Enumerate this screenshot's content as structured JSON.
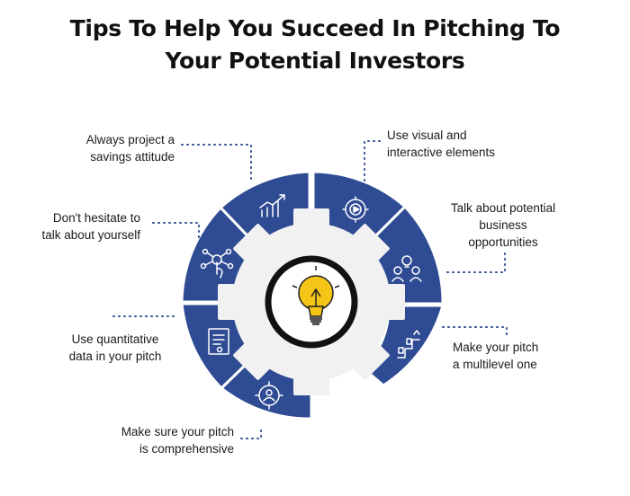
{
  "title": {
    "line1": "Tips To Help You Succeed In Pitching To",
    "line2": "Your Potential Investors"
  },
  "tips": {
    "savings": {
      "line1": "Always project a",
      "line2": "savings attitude",
      "icon": "growth-chart-icon"
    },
    "visual": {
      "line1": "Use visual and",
      "line2": "interactive elements",
      "icon": "video-gear-icon"
    },
    "opportunities": {
      "line1": "Talk about potential",
      "line2": "business",
      "line3": "opportunities",
      "icon": "idea-team-icon"
    },
    "multilevel": {
      "line1": "Make your pitch",
      "line2": "a multilevel one",
      "icon": "levels-icon"
    },
    "comprehensive": {
      "line1": "Make sure your pitch",
      "line2": "is comprehensive",
      "icon": "target-user-icon"
    },
    "quantitative": {
      "line1": "Use quantitative",
      "line2": "data in your pitch",
      "icon": "document-icon"
    },
    "yourself": {
      "line1": "Don't hesitate to",
      "line2": "talk about yourself",
      "icon": "touch-network-icon"
    }
  },
  "colors": {
    "segment": "#2e4b93",
    "gear": "#f1f1f1",
    "hub_ring": "#111111",
    "bulb": "#f5c518",
    "dots": "#2e4b93",
    "title": "#111111"
  },
  "center_icon": "lightbulb-icon"
}
